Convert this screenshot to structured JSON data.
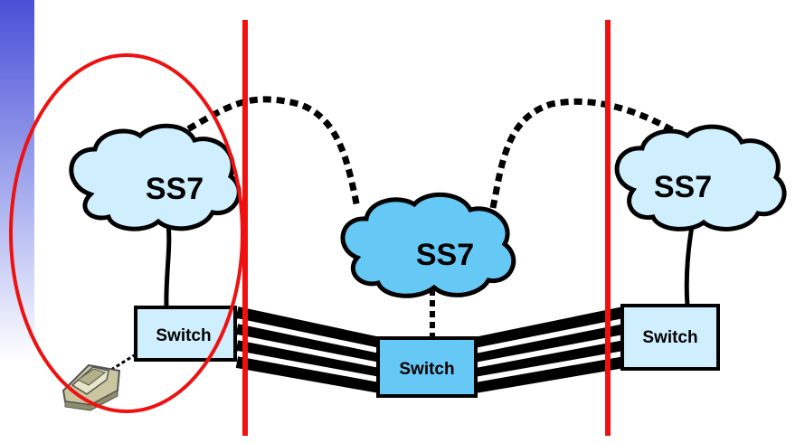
{
  "diagram": {
    "clouds": [
      {
        "id": "left",
        "label": "SS7",
        "fill": "#cfefff"
      },
      {
        "id": "center",
        "label": "SS7",
        "fill": "#66c8f5"
      },
      {
        "id": "right",
        "label": "SS7",
        "fill": "#cfefff"
      }
    ],
    "switches": [
      {
        "id": "left",
        "label": "Switch",
        "fill": "#cfefff"
      },
      {
        "id": "center",
        "label": "Switch",
        "fill": "#66c8f5"
      },
      {
        "id": "right",
        "label": "Switch",
        "fill": "#cfefff"
      }
    ],
    "colors": {
      "boundary_line": "#ee1111",
      "highlight_ellipse": "#ee1111",
      "sidebar_gradient_top": "#4a4fd6",
      "sidebar_gradient_bottom": "#e8ecff"
    }
  }
}
